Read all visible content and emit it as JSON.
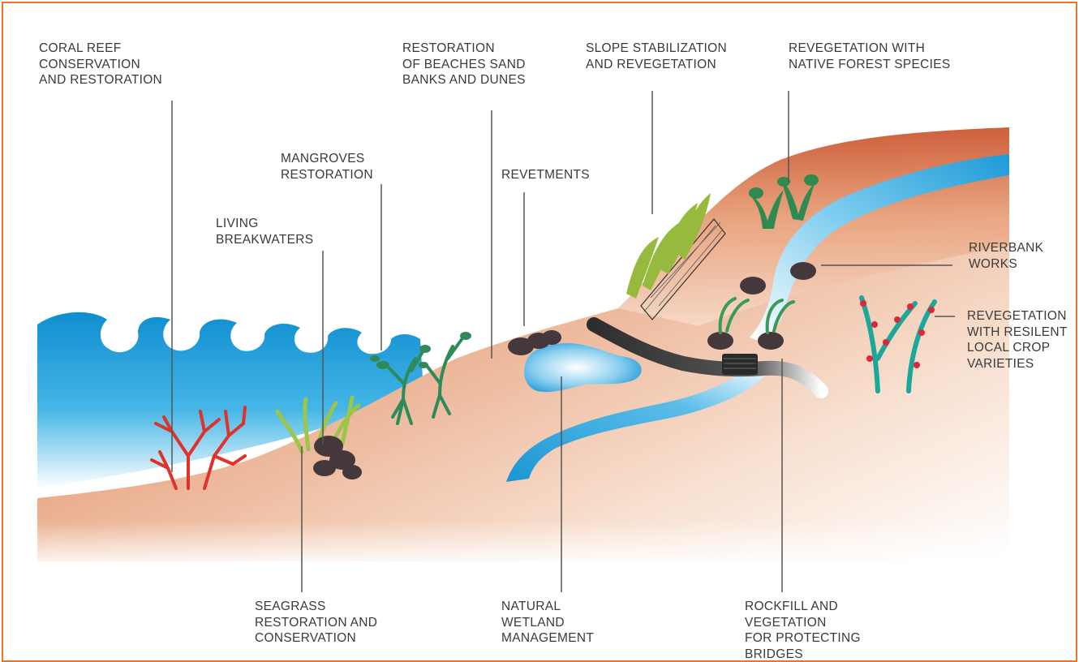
{
  "labels": {
    "coral": [
      "CORAL REEF",
      "CONSERVATION",
      "AND RESTORATION"
    ],
    "beaches": [
      "RESTORATION",
      "OF BEACHES SAND",
      "BANKS AND DUNES"
    ],
    "slope": [
      "SLOPE STABILIZATION",
      "AND REVEGETATION"
    ],
    "native_forest": [
      "REVEGETATION WITH",
      "NATIVE FOREST SPECIES"
    ],
    "mangroves": [
      "MANGROVES",
      "RESTORATION"
    ],
    "revetments": [
      "REVETMENTS"
    ],
    "breakwaters": [
      "LIVING",
      "BREAKWATERS"
    ],
    "riverbank": [
      "RIVERBANK",
      "WORKS"
    ],
    "crops": [
      "REVEGETATION",
      "WITH RESILENT",
      "LOCAL CROP",
      "VARIETIES"
    ],
    "seagrass": [
      "SEAGRASS",
      "RESTORATION AND",
      "CONSERVATION"
    ],
    "wetland": [
      "NATURAL",
      "WETLAND",
      "MANAGEMENT"
    ],
    "rockfill": [
      "ROCKFILL AND",
      "VEGETATION",
      "FOR PROTECTING",
      "BRIDGES"
    ]
  },
  "colors": {
    "frame": "#e8762c",
    "sea": "#1a9ad6",
    "land": "#d97a4e",
    "coral": "#e23a2c",
    "seagrass": "#8dbb3a",
    "mangrove": "#2f8a5a",
    "rock": "#4a3a3a",
    "river": "#2aa8e0",
    "road": "#3a3a3a",
    "crop_tree": "#1aa89a",
    "berry": "#d8283a"
  },
  "icons": [
    "wave",
    "coral",
    "seagrass",
    "rock",
    "mangrove",
    "grass",
    "net",
    "tree",
    "bridge",
    "river",
    "wetland",
    "road"
  ]
}
